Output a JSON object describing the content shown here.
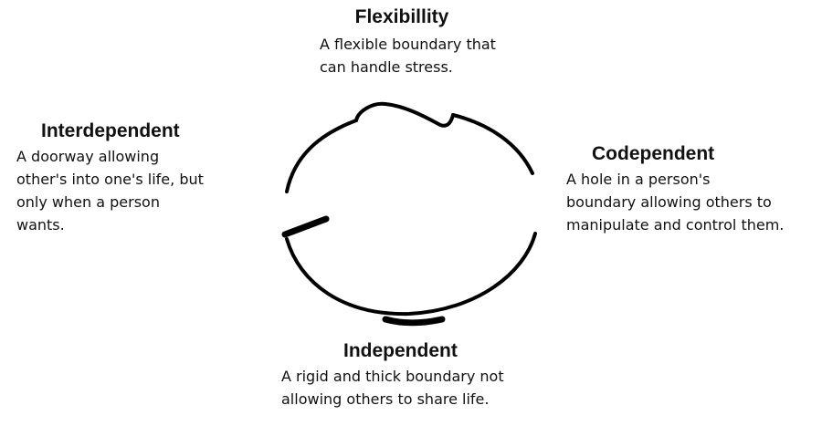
{
  "flexibility": {
    "title": "Flexibillity",
    "lines": [
      "A flexible boundary that",
      "can handle stress."
    ]
  },
  "interdependent": {
    "title": "Interdependent",
    "lines": [
      "A doorway allowing",
      "other's into one's life, but",
      "only when a person",
      "wants."
    ]
  },
  "codependent": {
    "title": "Codependent",
    "lines": [
      "A hole in a person's",
      "boundary allowing others to",
      "manipulate and control them."
    ]
  },
  "independent": {
    "title": "Independent",
    "lines": [
      "A rigid and thick boundary not",
      "allowing others to share life."
    ]
  },
  "colors": {
    "stroke": "#000000",
    "text": "#111111",
    "background": "#ffffff"
  }
}
